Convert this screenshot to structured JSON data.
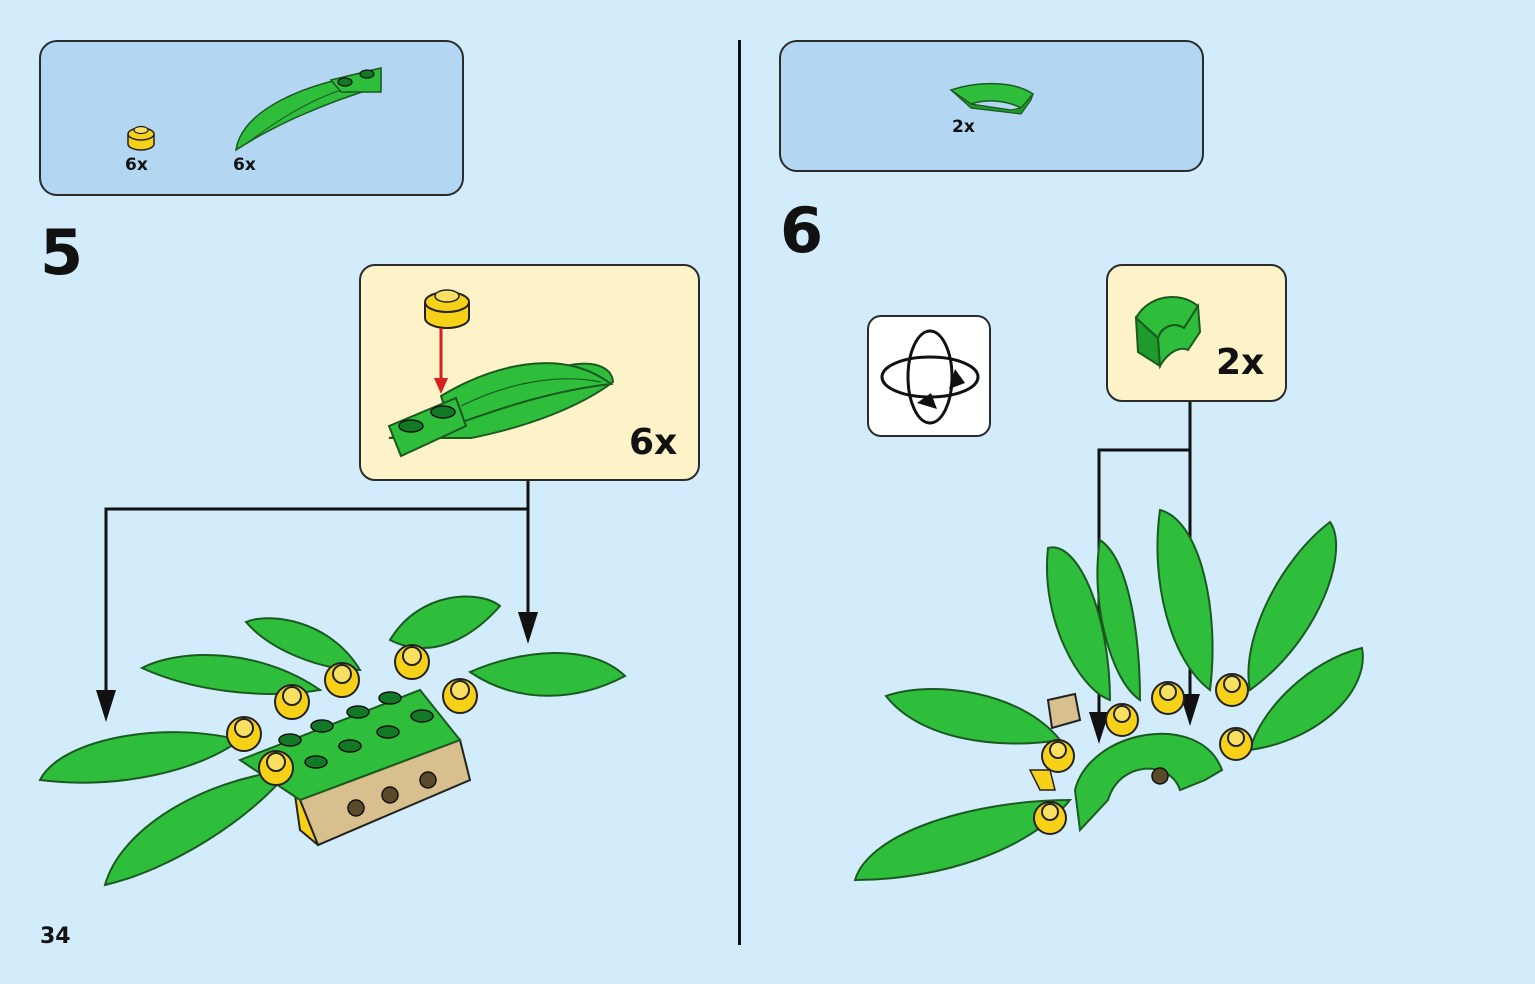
{
  "page": {
    "number": "34"
  },
  "step5": {
    "number": "5",
    "parts": [
      {
        "name": "yellow-round-plate",
        "qty": "6x"
      },
      {
        "name": "green-leaf-element",
        "qty": "6x"
      }
    ],
    "subassembly": {
      "qty": "6x"
    }
  },
  "step6": {
    "number": "6",
    "parts": [
      {
        "name": "green-curved-tile",
        "qty": "2x"
      }
    ],
    "subassembly": {
      "qty": "2x"
    },
    "rotate_icon": "rotate-model-icon"
  },
  "colors": {
    "background": "#d3ecfb",
    "parts_box": "#b3d6f3",
    "subassembly_box": "#fdf2c8",
    "leaf_green": "#2fbe3c",
    "stud_yellow": "#f7d117",
    "arrow_red": "#d62020",
    "tan": "#d7c08e"
  }
}
